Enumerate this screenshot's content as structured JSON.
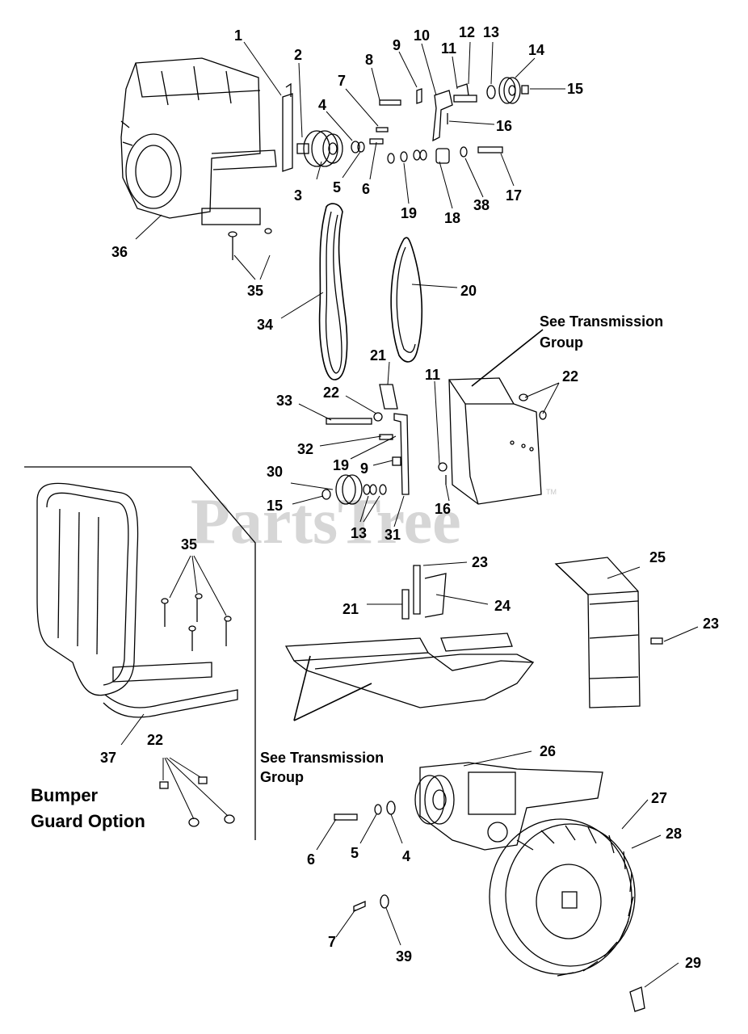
{
  "watermark": "PartsTree",
  "trademark": "TM",
  "notes": {
    "see_transmission_line1": "See Transmission",
    "see_transmission_line2": "Group",
    "bumper_line1": "Bumper",
    "bumper_line2": "Guard Option"
  },
  "callouts": [
    {
      "id": "c1",
      "label": "1"
    },
    {
      "id": "c2",
      "label": "2"
    },
    {
      "id": "c3",
      "label": "3"
    },
    {
      "id": "c4",
      "label": "4"
    },
    {
      "id": "c5",
      "label": "5"
    },
    {
      "id": "c6",
      "label": "6"
    },
    {
      "id": "c7",
      "label": "7"
    },
    {
      "id": "c8",
      "label": "8"
    },
    {
      "id": "c9",
      "label": "9"
    },
    {
      "id": "c10",
      "label": "10"
    },
    {
      "id": "c11",
      "label": "11"
    },
    {
      "id": "c12",
      "label": "12"
    },
    {
      "id": "c13",
      "label": "13"
    },
    {
      "id": "c14",
      "label": "14"
    },
    {
      "id": "c15",
      "label": "15"
    },
    {
      "id": "c16",
      "label": "16"
    },
    {
      "id": "c17",
      "label": "17"
    },
    {
      "id": "c18",
      "label": "18"
    },
    {
      "id": "c19",
      "label": "19"
    },
    {
      "id": "c20",
      "label": "20"
    },
    {
      "id": "c21",
      "label": "21"
    },
    {
      "id": "c22",
      "label": "22"
    },
    {
      "id": "c23",
      "label": "23"
    },
    {
      "id": "c24",
      "label": "24"
    },
    {
      "id": "c25",
      "label": "25"
    },
    {
      "id": "c26",
      "label": "26"
    },
    {
      "id": "c27",
      "label": "27"
    },
    {
      "id": "c28",
      "label": "28"
    },
    {
      "id": "c29",
      "label": "29"
    },
    {
      "id": "c30",
      "label": "30"
    },
    {
      "id": "c31",
      "label": "31"
    },
    {
      "id": "c32",
      "label": "32"
    },
    {
      "id": "c33",
      "label": "33"
    },
    {
      "id": "c34",
      "label": "34"
    },
    {
      "id": "c35",
      "label": "35"
    },
    {
      "id": "c36",
      "label": "36"
    },
    {
      "id": "c37",
      "label": "37"
    },
    {
      "id": "c38",
      "label": "38"
    },
    {
      "id": "c39",
      "label": "39"
    }
  ]
}
